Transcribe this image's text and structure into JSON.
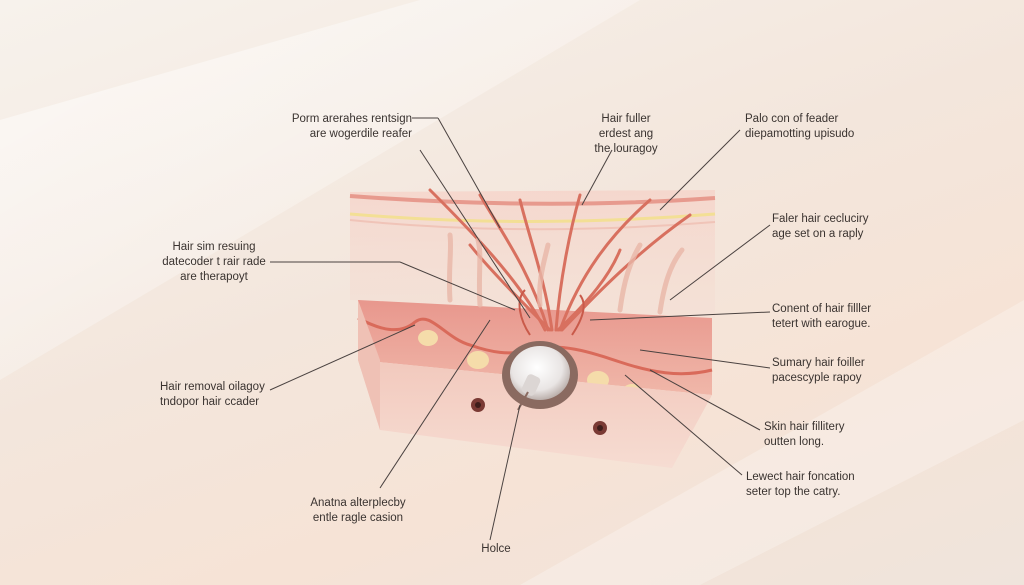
{
  "labels": {
    "top_left": [
      "Porm arerahes rentsign",
      "are wogerdile reafer"
    ],
    "top_center": [
      "Hair fuller",
      "erdest ang",
      "the louragoy"
    ],
    "top_right": [
      "Palo con of feader",
      "diepamotting upisudo"
    ],
    "mid_left": [
      "Hair sim resuing",
      "datecoder t rair rade",
      "are therapoyt"
    ],
    "right_1": [
      "Faler hair cecluciry",
      "age set on a raply"
    ],
    "right_2": [
      "Conent of hair filller",
      "tetert with earogue."
    ],
    "right_3": [
      "Sumary hair foiller",
      "pacescyple rapoy"
    ],
    "left_low": [
      "Hair removal oilagoy",
      "tndopor hair ccader"
    ],
    "right_4": [
      "Skin hair fillitery",
      "outten long."
    ],
    "right_5": [
      "Lewect hair foncation",
      "seter top the catry."
    ],
    "bottom_left": [
      "Anatna alterplecby",
      "entle ragle casion"
    ],
    "bottom": [
      "Holce"
    ]
  },
  "colors": {
    "skin": "#f2c5b8",
    "dermis": "#e9a9a0",
    "hair": "#d8705f",
    "fat": "#f5dcaa",
    "device": "#8a6a60"
  }
}
